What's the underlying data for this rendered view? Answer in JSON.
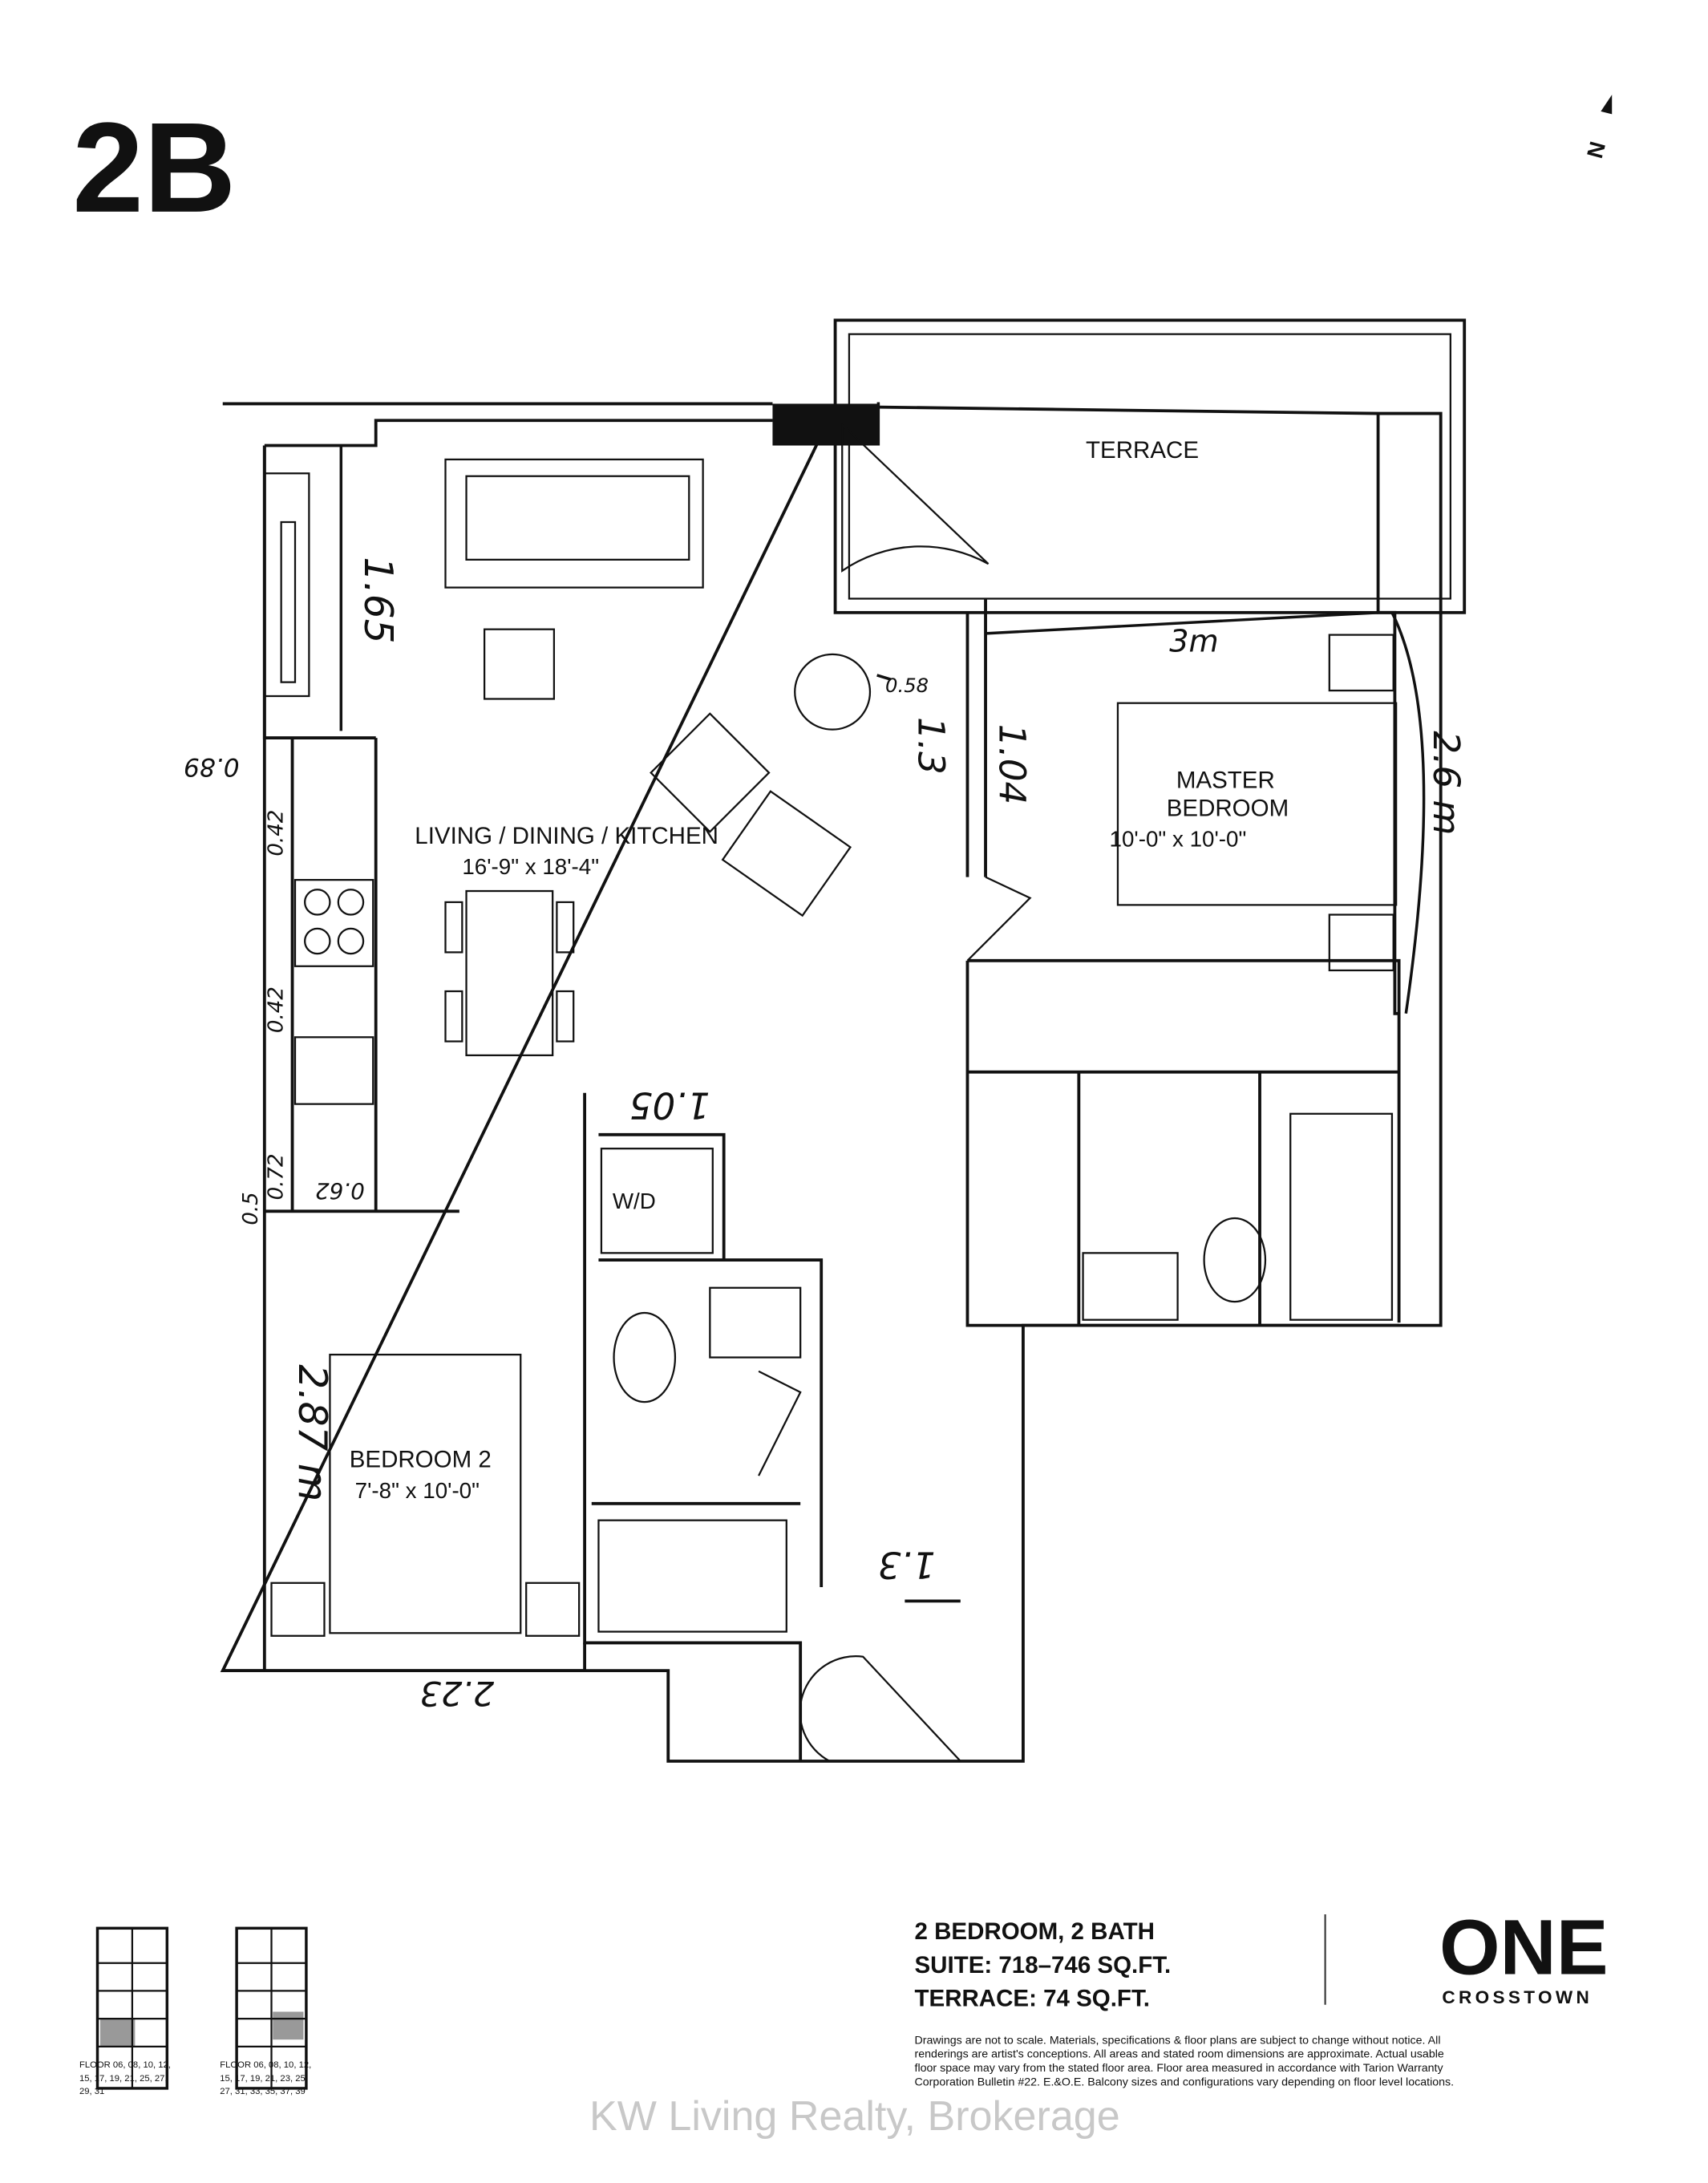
{
  "header": {
    "unit_label": "2B",
    "north_label": "N"
  },
  "rooms": {
    "terrace": "TERRACE",
    "living": {
      "name": "LIVING / DINING / KITCHEN",
      "size": "16'-9\" x 18'-4\""
    },
    "master": {
      "name_line1": "MASTER",
      "name_line2": "BEDROOM",
      "size": "10'-0\" x 10'-0\""
    },
    "bedroom2": {
      "name": "BEDROOM 2",
      "size": "7'-8\" x 10'-0\""
    },
    "laundry": "W/D"
  },
  "handwritten": {
    "d1": "1.65",
    "d2": "0.89",
    "d3": "0.42",
    "d4": "0.42",
    "d5": "0.72",
    "d6": "0.62",
    "d7": "0.5",
    "d8": "2.87 m",
    "d9": "2.23",
    "d10": "1.05",
    "d11": "1.3",
    "d12": "1.3",
    "d13": "0.58",
    "d14": "1.04",
    "d15": "3m",
    "d16": "2.6 m"
  },
  "summary": {
    "line1": "2 BEDROOM, 2 BATH",
    "line2": "SUITE: 718–746 SQ.FT.",
    "line3": "TERRACE: 74 SQ.FT."
  },
  "logo": {
    "main": "ONE",
    "sub": "CROSSTOWN"
  },
  "disclaimer": [
    "Drawings are not to scale. Materials, specifications & floor plans are subject to change without notice. All",
    "renderings are artist's conceptions. All areas and stated room dimensions are approximate. Actual usable",
    "floor space may vary from the stated floor area. Floor area measured in accordance with Tarion Warranty",
    "Corporation Bulletin #22. E.&O.E. Balcony sizes and configurations vary depending on floor level locations."
  ],
  "key_plans": [
    {
      "floors_line1": "FLOOR 06, 08, 10, 12,",
      "floors_line2": "15, 17, 19, 21, 25, 27,",
      "floors_line3": "29, 31"
    },
    {
      "floors_line1": "FLOOR 06, 08, 10, 12,",
      "floors_line2": "15, 17, 19, 21, 23, 25,",
      "floors_line3": "27, 31, 33, 35, 37, 39"
    }
  ],
  "watermark": "KW Living Realty, Brokerage"
}
